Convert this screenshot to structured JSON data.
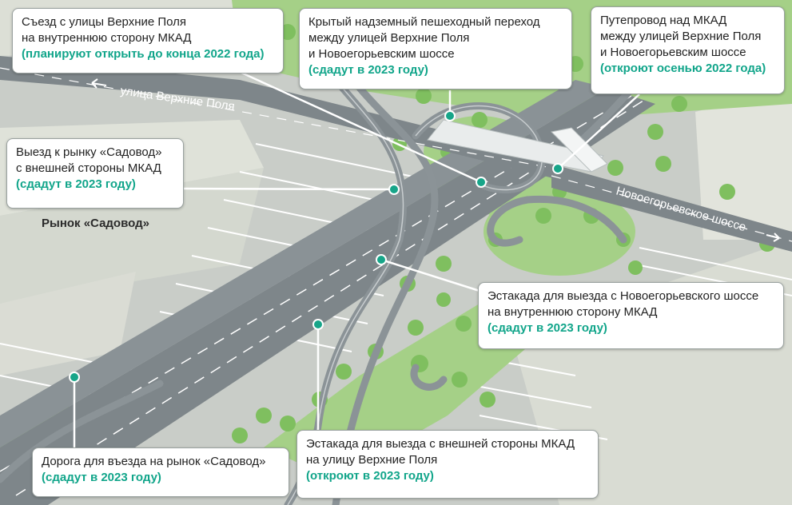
{
  "callouts": {
    "verkhnie_exit": {
      "title1": "Съезд с улицы Верхние Поля",
      "title2": "на внутреннюю сторону МКАД",
      "status": "(планируют открыть до конца 2022 года)"
    },
    "pedestrian": {
      "title1": "Крытый надземный пешеходный переход",
      "title2": "между улицей Верхние Поля",
      "title3": "и Новоегорьевским шоссе",
      "status": "(сдадут в 2023 году)"
    },
    "overpass": {
      "title1": "Путепровод над МКАД",
      "title2": "между улицей Верхние Поля",
      "title3": "и Новоегорьевским шоссе",
      "status": "(откроют осенью 2022 года)"
    },
    "sadovod_exit": {
      "title1": "Выезд к рынку «Садовод»",
      "title2": "с внешней стороны МКАД",
      "status": "(сдадут в 2023 году)"
    },
    "novoegor_flyover": {
      "title1": "Эстакада для выезда с Новоегорьевского шоссе",
      "title2": "на внутреннюю сторону МКАД",
      "status": "(сдадут в 2023 году)"
    },
    "sadovod_road": {
      "title1": "Дорога для въезда на рынок «Садовод»",
      "status": "(сдадут в 2023 году)"
    },
    "outer_flyover": {
      "title1": "Эстакада для выезда с внешней стороны МКАД",
      "title2": "на улицу Верхние Поля",
      "status": "(откроют в 2023 году)"
    }
  },
  "map_labels": {
    "market": "Рынок «Садовод»",
    "street_verkhnie": "улица Верхние Поля",
    "highway_novoegor": "Новоегорьевское шоссе"
  },
  "colors": {
    "status_green": "#11a58a",
    "marker_green": "#17a589",
    "grass": "#9ccc7d",
    "road": "#7d868a",
    "building": "#d9ddd4"
  },
  "icons": {
    "marker": "teal-circle-marker",
    "direction": "arrow-icon"
  }
}
